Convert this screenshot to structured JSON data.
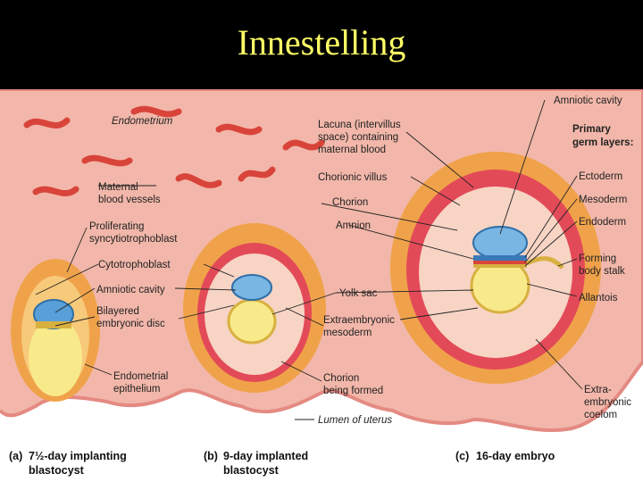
{
  "title": "Innestelling",
  "labels": {
    "endometrium": "Endometrium",
    "maternal_vessels": [
      "Maternal",
      "blood vessels"
    ],
    "proliferating": [
      "Proliferating",
      "syncytiotrophoblast"
    ],
    "cytotrophoblast": "Cytotrophoblast",
    "amniotic_cavity_a": "Amniotic cavity",
    "bilayered_disc": [
      "Bilayered",
      "embryonic disc"
    ],
    "endometrial_epithelium": [
      "Endometrial",
      "epithelium"
    ],
    "lacuna": [
      "Lacuna (intervillus",
      "space) containing",
      "maternal blood"
    ],
    "chorionic_villus": "Chorionic villus",
    "chorion": "Chorion",
    "amnion": "Amnion",
    "yolk_sac": "Yolk sac",
    "extraembryonic_mesoderm": [
      "Extraembryonic",
      "mesoderm"
    ],
    "chorion_forming": [
      "Chorion",
      "being formed"
    ],
    "lumen": "Lumen of uterus",
    "amniotic_cavity_c": "Amniotic cavity",
    "primary_germ": [
      "Primary",
      "germ layers:"
    ],
    "ectoderm": "Ectoderm",
    "mesoderm": "Mesoderm",
    "endoderm": "Endoderm",
    "body_stalk": [
      "Forming",
      "body stalk"
    ],
    "allantois": "Allantois",
    "coelom": [
      "Extra-",
      "embryonic",
      "coelom"
    ]
  },
  "captions": {
    "a_prefix": "(a)",
    "a_line1": "7½-day implanting",
    "a_line2": "blastocyst",
    "b_prefix": "(b)",
    "b_line1": "9-day implanted",
    "b_line2": "blastocyst",
    "c_prefix": "(c)",
    "c_line1": "16-day embryo"
  }
}
